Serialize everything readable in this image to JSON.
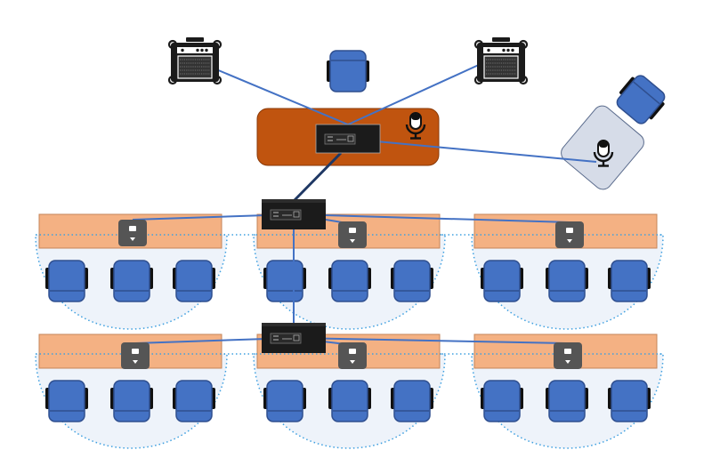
{
  "colors": {
    "wire": "#4472c4",
    "trunk": "#1f3864",
    "podium": "#c0540f",
    "desk": "#f4b183",
    "desk_edge": "#c5855a",
    "chair": "#4472c4",
    "chair_edge": "#2f4f8f",
    "zone_fill": "#eef3fa",
    "zone_line": "#3fa0e0",
    "device": "#1b1b1b",
    "side_table": "#d6dce8",
    "unit": "#555555"
  },
  "icons": {
    "speaker": "guitar-amp-speaker-icon",
    "mic": "microphone-icon",
    "chair": "chair-icon",
    "switch": "network-switch-icon",
    "unit": "delegate-unit-icon"
  },
  "layout": {
    "rows": 2,
    "desks_per_row": 3,
    "chairs_per_desk": 3,
    "speakers": 2,
    "switches": 2
  }
}
